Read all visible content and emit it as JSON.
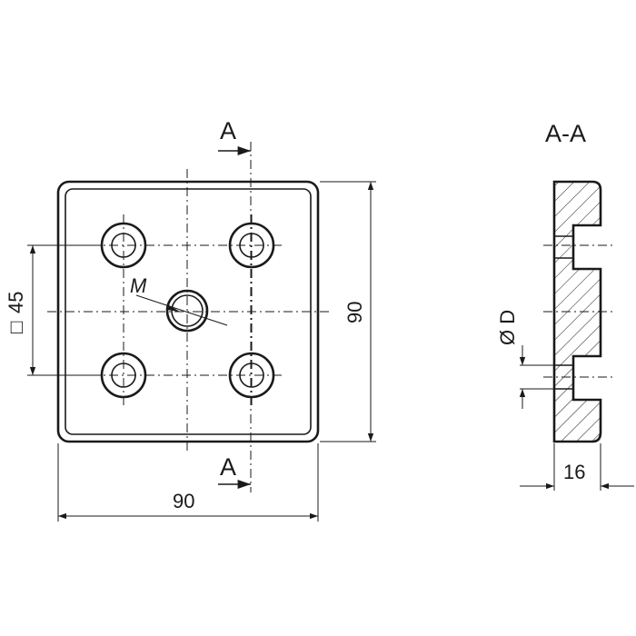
{
  "front_view": {
    "section_marker_top": "A",
    "section_marker_bottom": "A",
    "width_dim": "90",
    "height_dim": "90",
    "hole_spacing_symbol": "□",
    "hole_spacing_value": "45",
    "center_thread_label": "M"
  },
  "section_view": {
    "title": "A-A",
    "counterbore_dim": "Ø D",
    "thickness_dim": "16"
  }
}
